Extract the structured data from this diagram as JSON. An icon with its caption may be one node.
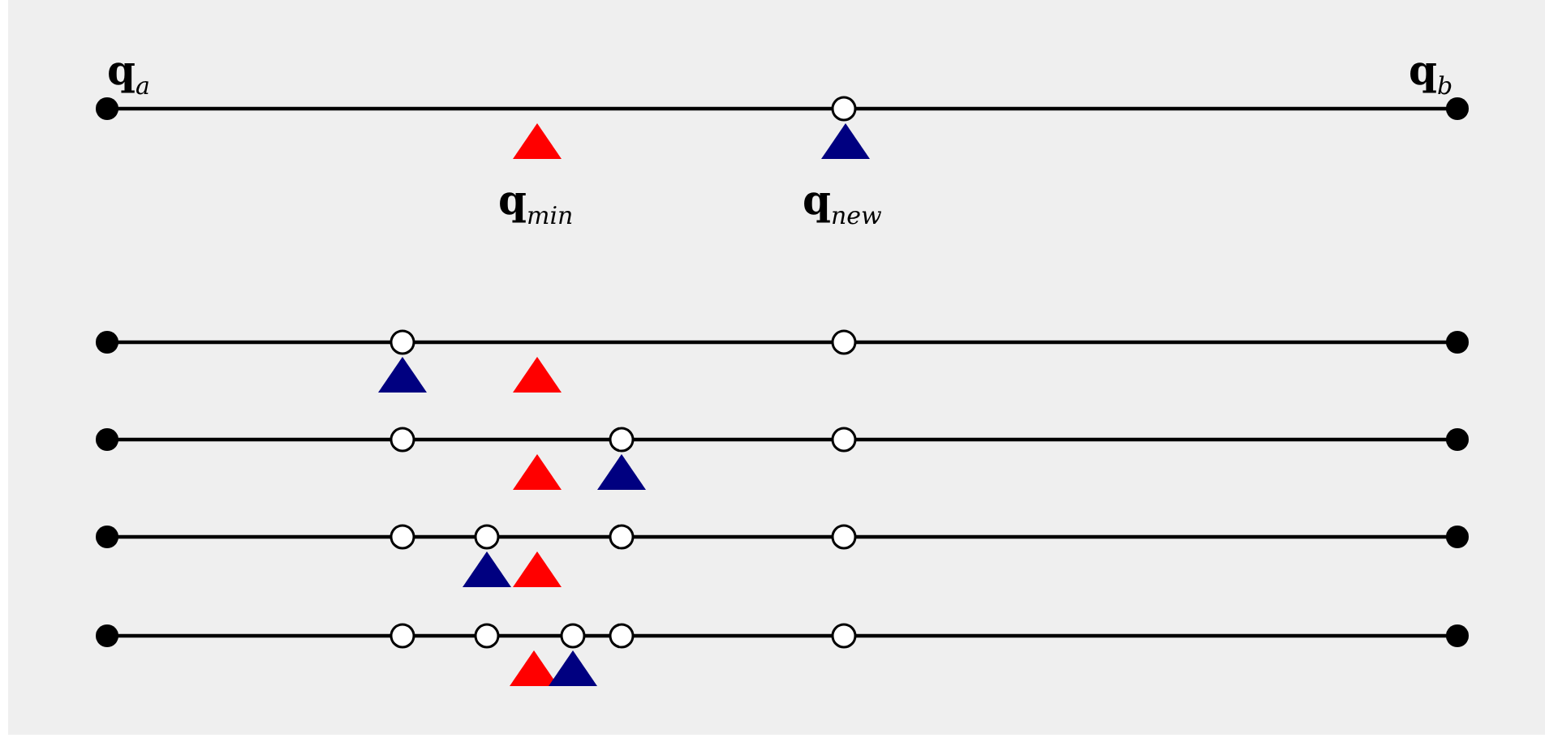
{
  "diagram": {
    "labels": [
      "**q**$_{a}$",
      "**q**$_{b}$",
      "**q**$_{min}$",
      "**q**$_{new}$"
    ]
  }
}
